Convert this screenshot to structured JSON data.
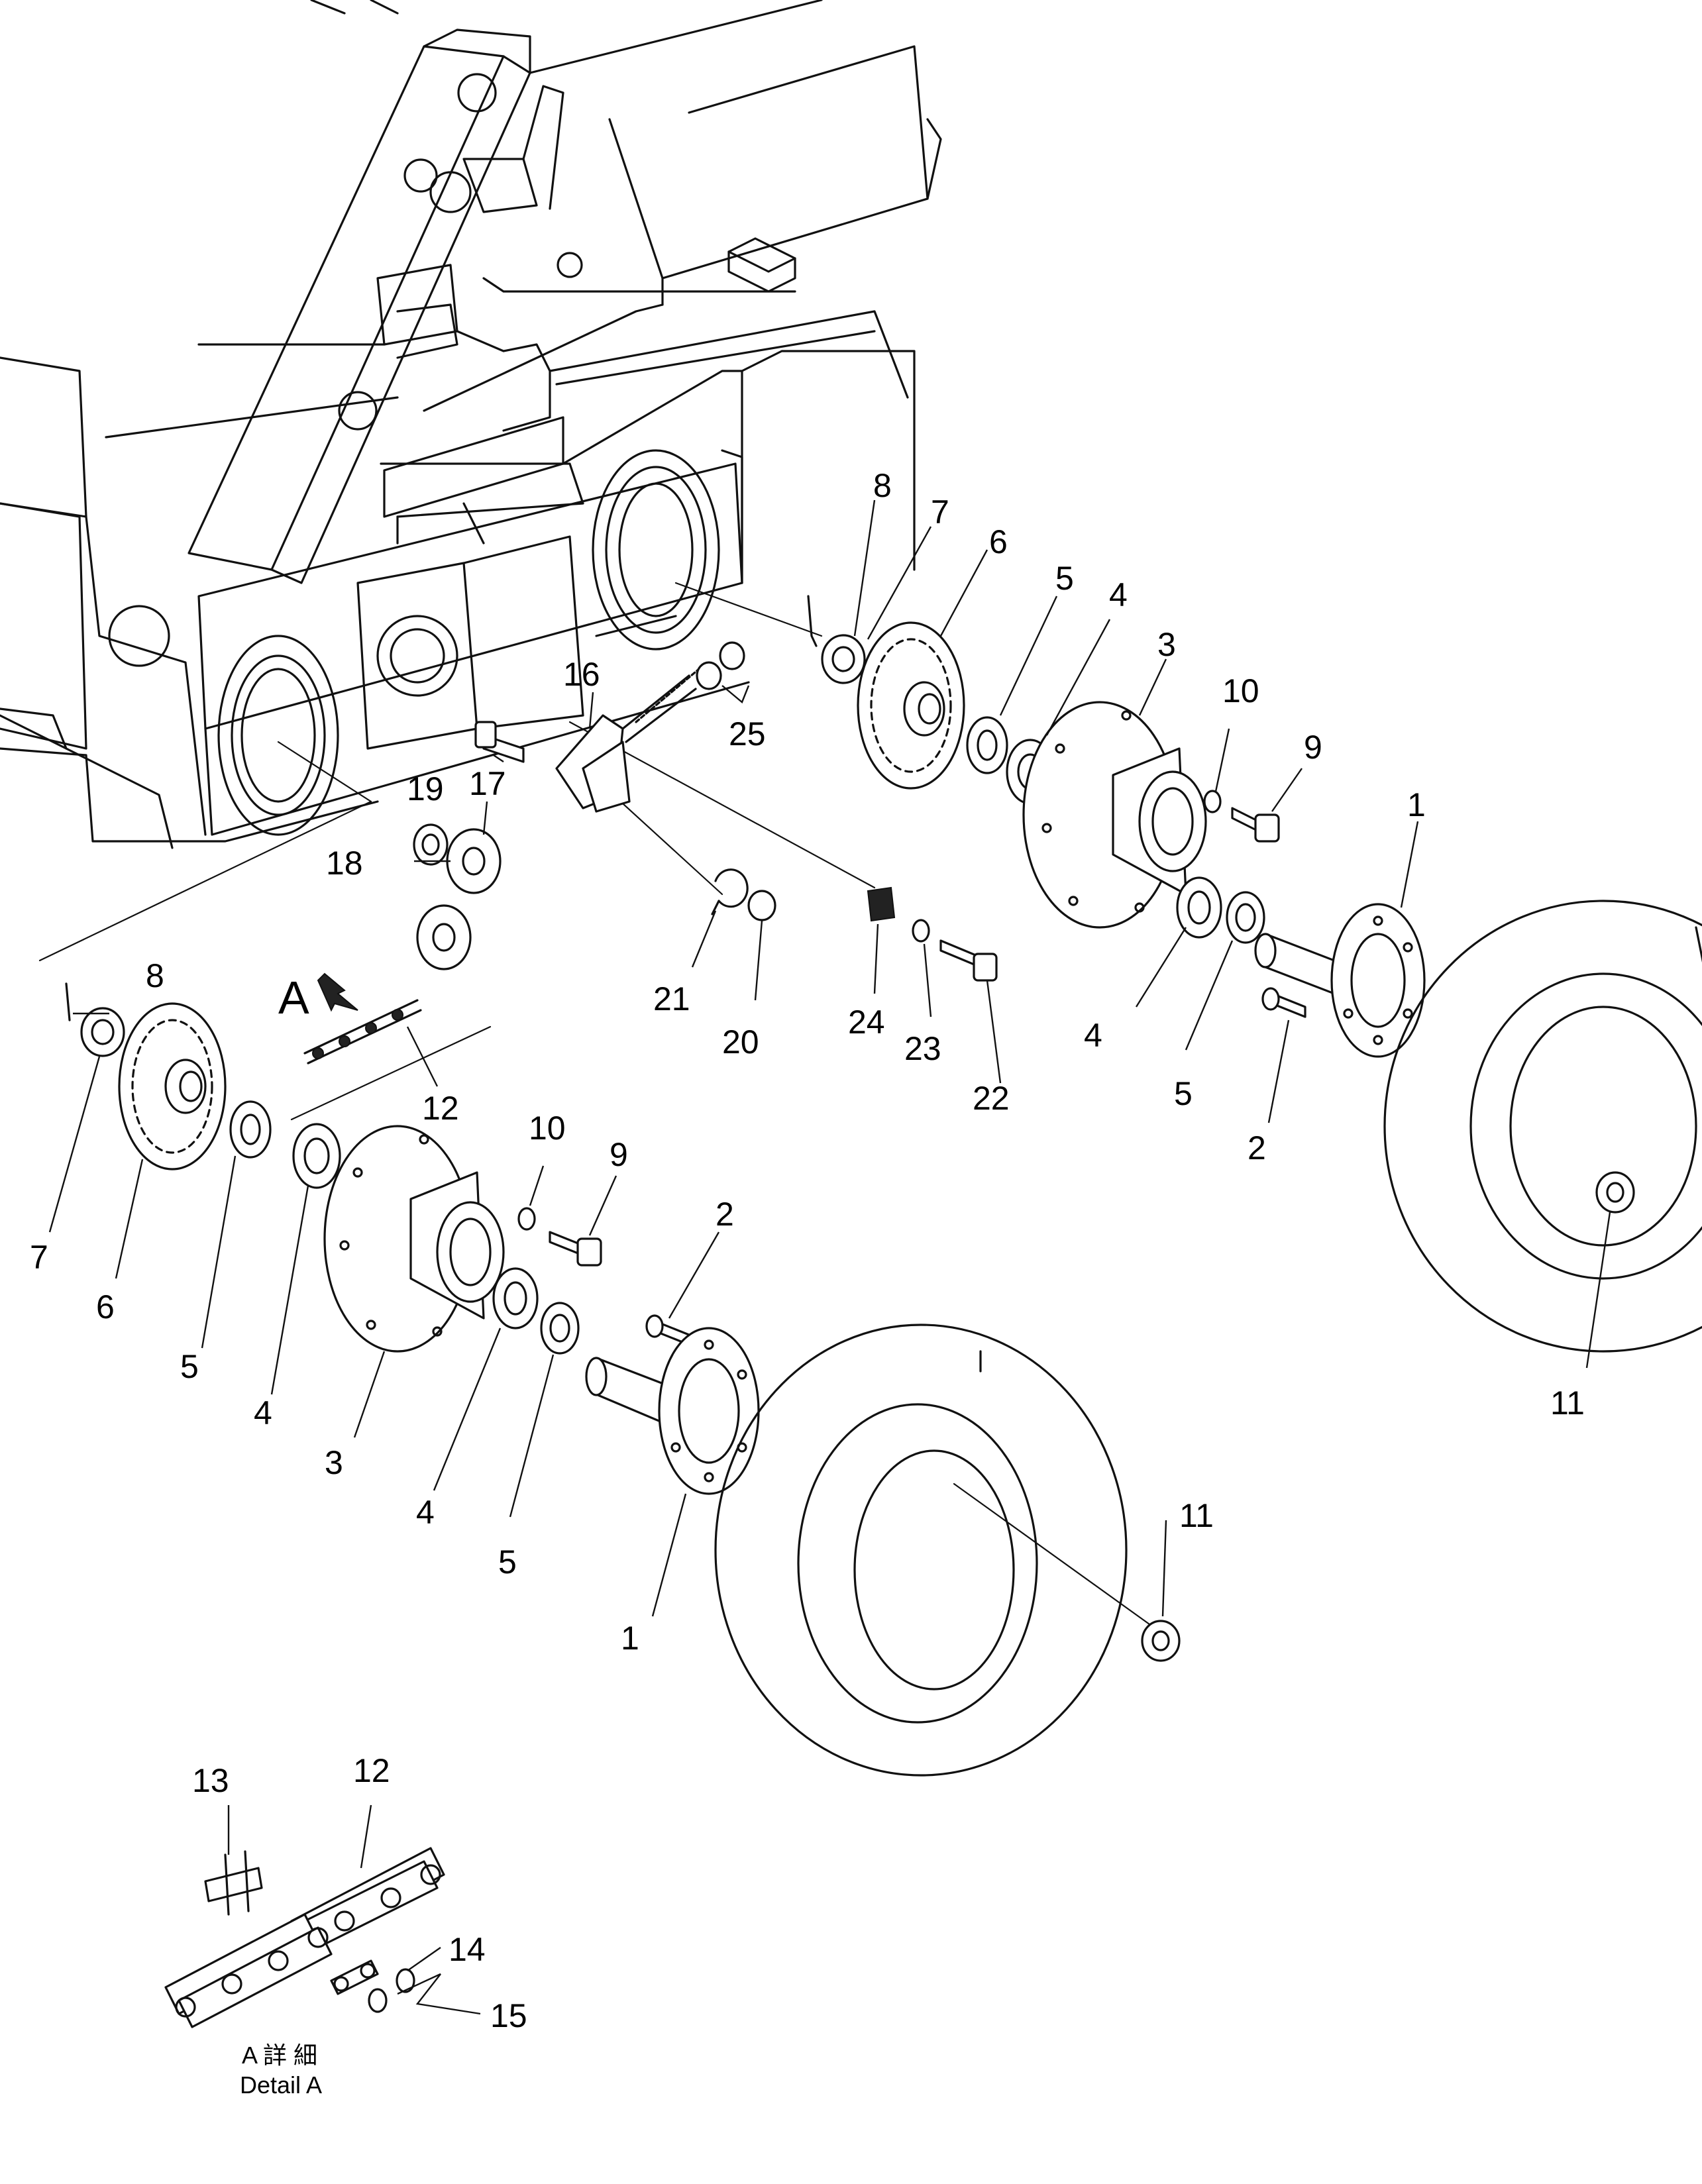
{
  "callouts": [
    {
      "id": "c1a",
      "label": "1"
    },
    {
      "id": "c1b",
      "label": "1"
    },
    {
      "id": "c2a",
      "label": "2"
    },
    {
      "id": "c2b",
      "label": "2"
    },
    {
      "id": "c3a",
      "label": "3"
    },
    {
      "id": "c3b",
      "label": "3"
    },
    {
      "id": "c4a",
      "label": "4"
    },
    {
      "id": "c4b",
      "label": "4"
    },
    {
      "id": "c4c",
      "label": "4"
    },
    {
      "id": "c4d",
      "label": "4"
    },
    {
      "id": "c5a",
      "label": "5"
    },
    {
      "id": "c5b",
      "label": "5"
    },
    {
      "id": "c5c",
      "label": "5"
    },
    {
      "id": "c5d",
      "label": "5"
    },
    {
      "id": "c6a",
      "label": "6"
    },
    {
      "id": "c6b",
      "label": "6"
    },
    {
      "id": "c7a",
      "label": "7"
    },
    {
      "id": "c7b",
      "label": "7"
    },
    {
      "id": "c8a",
      "label": "8"
    },
    {
      "id": "c8b",
      "label": "8"
    },
    {
      "id": "c9a",
      "label": "9"
    },
    {
      "id": "c9b",
      "label": "9"
    },
    {
      "id": "c10a",
      "label": "10"
    },
    {
      "id": "c10b",
      "label": "10"
    },
    {
      "id": "c11a",
      "label": "11"
    },
    {
      "id": "c11b",
      "label": "11"
    },
    {
      "id": "c12a",
      "label": "12"
    },
    {
      "id": "c12b",
      "label": "12"
    },
    {
      "id": "c13",
      "label": "13"
    },
    {
      "id": "c14",
      "label": "14"
    },
    {
      "id": "c15",
      "label": "15"
    },
    {
      "id": "c16",
      "label": "16"
    },
    {
      "id": "c17",
      "label": "17"
    },
    {
      "id": "c18",
      "label": "18"
    },
    {
      "id": "c19",
      "label": "19"
    },
    {
      "id": "c20",
      "label": "20"
    },
    {
      "id": "c21",
      "label": "21"
    },
    {
      "id": "c22",
      "label": "22"
    },
    {
      "id": "c23",
      "label": "23"
    },
    {
      "id": "c24",
      "label": "24"
    },
    {
      "id": "c25",
      "label": "25"
    }
  ],
  "view_marker": "A",
  "detail_caption": {
    "line1": "A 詳 細",
    "line2": "Detail A"
  }
}
